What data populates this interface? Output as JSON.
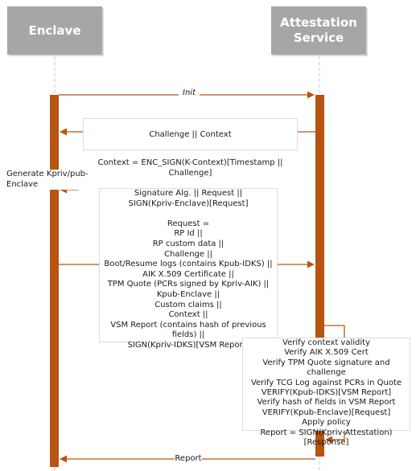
{
  "actors": {
    "enclave": "Enclave",
    "attestation": "Attestation\nService"
  },
  "messages": {
    "init": "Init",
    "challenge_line1": "Challenge || Context",
    "challenge_line2": "Context = ENC_SIGN(K-Context)[Timestamp || Challenge]",
    "generate": "Generate Kpriv/pub-Enclave",
    "request": "Signature Alg. || Request ||\nSIGN(Kpriv-Enclave)[Request]\n\nRequest =\nRP Id ||\nRP custom data ||\nChallenge ||\nBoot/Resume logs (contains Kpub-IDKS) ||\nAIK X.509 Certificate ||\nTPM Quote (PCRs signed by Kpriv-AIK) ||\nKpub-Enclave ||\nCustom claims ||\nContext ||\nVSM Report (contains hash of previous fields) ||\nSIGN(Kpriv-IDKS)[VSM Report]",
    "verify": "Verify context validity\nVerify AIK X.509 Cert\nVerify TPM Quote signature and challenge\nVerify TCG Log against PCRs in Quote\nVERIFY(Kpub-IDKS)[VSM Report]\nVerify hash of fields in VSM Report\nVERIFY(Kpub-Enclave)[Request]\nApply policy\nReport = SIGN(Kpriv-Attestation)[Response]",
    "report": "Report"
  },
  "colors": {
    "actor_box": "#a6a6a6",
    "activation_bar": "#b85411",
    "message_line": "#b85411",
    "lifeline": "#c8c8c8"
  }
}
